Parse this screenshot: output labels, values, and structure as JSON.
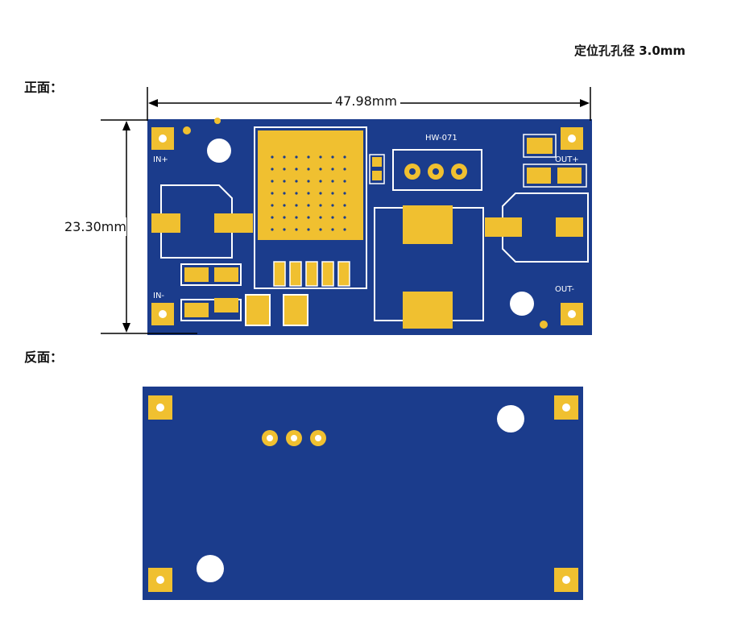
{
  "hole_note": "定位孔孔径 3.0mm",
  "front": {
    "label": "正面：",
    "width_dimension": "47.98mm",
    "height_dimension": "23.30mm",
    "model_text": "HW-071",
    "in_plus": "IN+",
    "in_minus": "IN-",
    "out_plus": "OUT+",
    "out_minus": "OUT-"
  },
  "back": {
    "label": "反面："
  },
  "colors": {
    "board": "#1b3c8c",
    "pad": "#f0c030",
    "silkscreen": "#ffffff"
  }
}
